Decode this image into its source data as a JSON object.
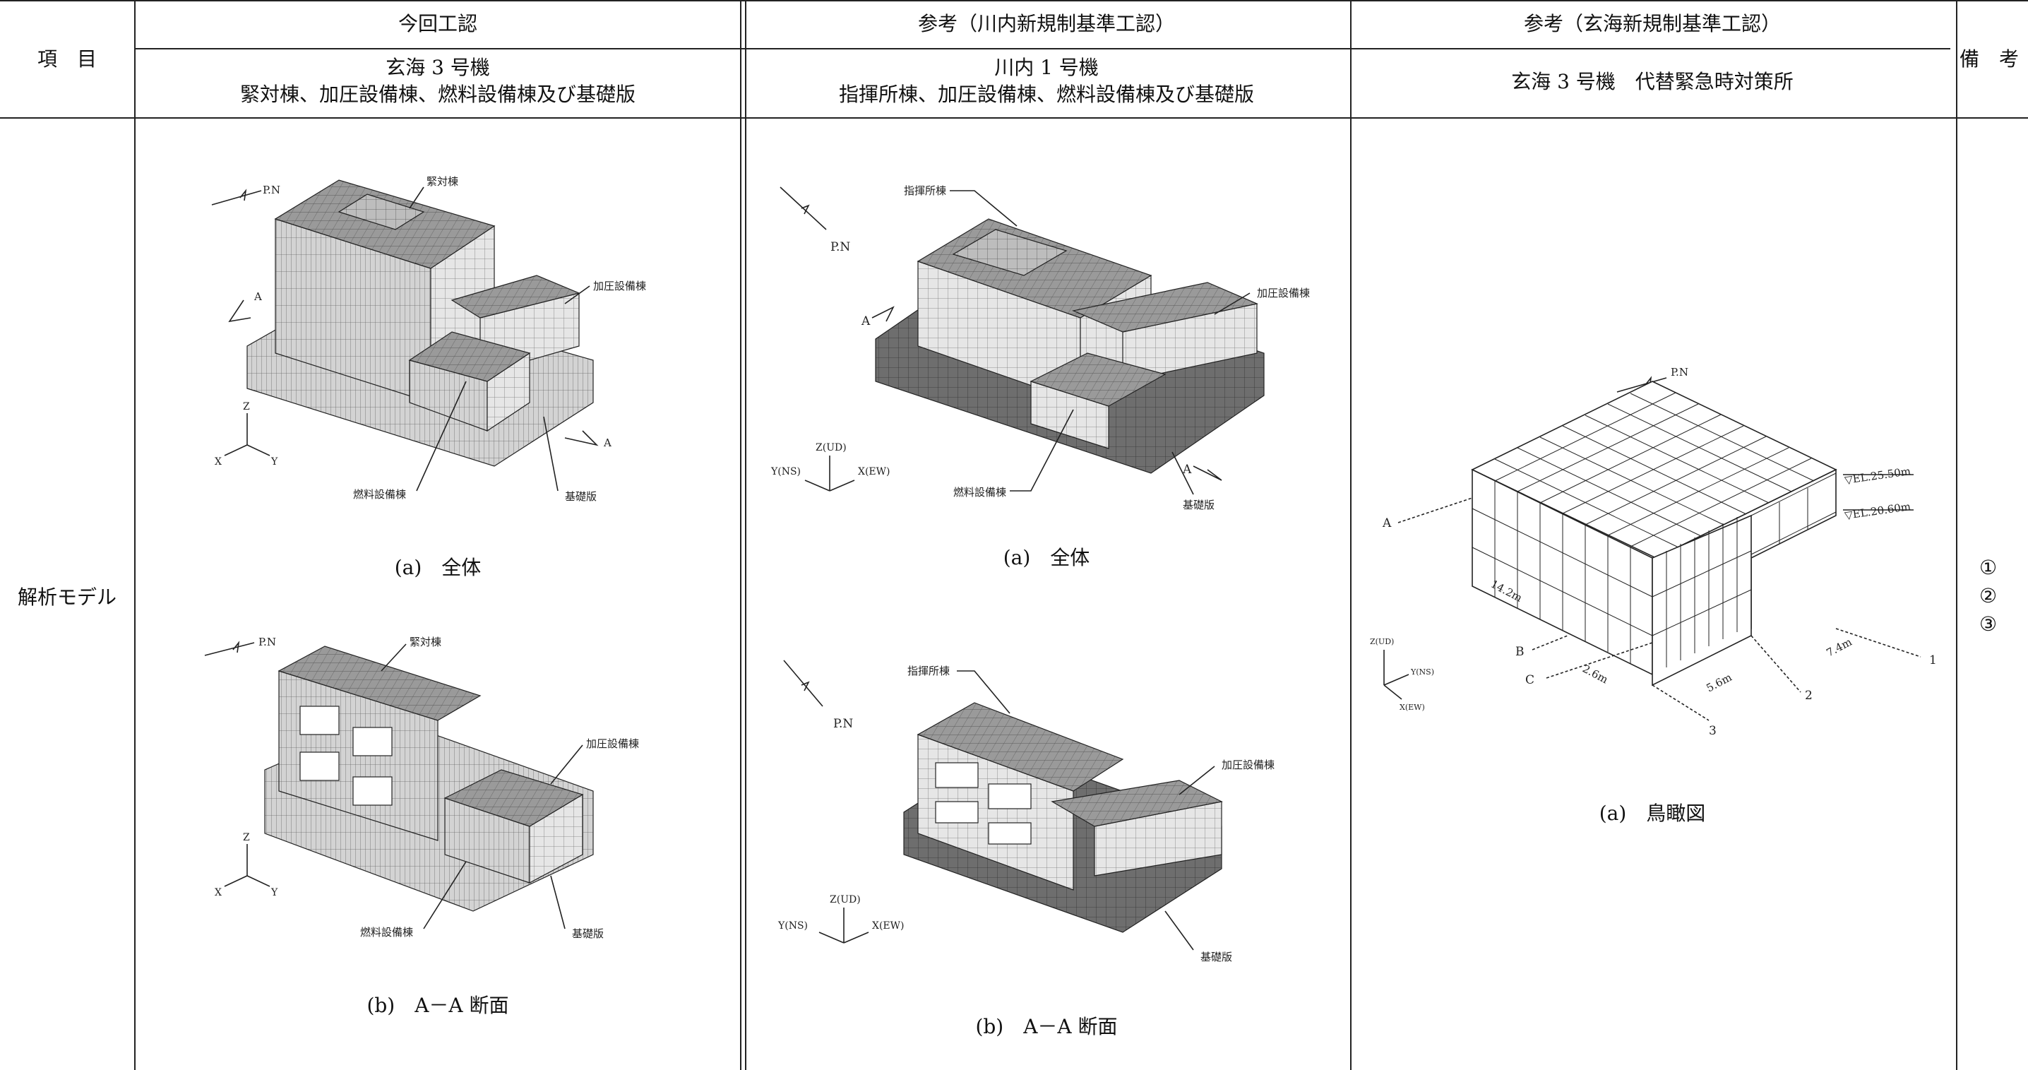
{
  "header": {
    "item_label": "項　目",
    "col1_group": "今回工認",
    "col2_group": "参考（川内新規制基準工認）",
    "col3_group": "参考（玄海新規制基準工認）",
    "remarks_label": "備　考",
    "col1_line1": "玄海 3 号機",
    "col1_line2": "緊対棟、加圧設備棟、燃料設備棟及び基礎版",
    "col2_line1": "川内 1 号機",
    "col2_line2": "指揮所棟、加圧設備棟、燃料設備棟及び基礎版",
    "col3_line1": "玄海 3 号機　代替緊急時対策所"
  },
  "row": {
    "item": "解析モデル",
    "remarks": [
      "①",
      "②",
      "③"
    ]
  },
  "col1": {
    "fig_a": {
      "caption": "(a)　全体",
      "labels": {
        "north": "P.N",
        "main": "緊対棟",
        "pressure": "加圧設備棟",
        "fuel": "燃料設備棟",
        "base": "基礎版",
        "sec": "A",
        "sec2": "A",
        "ax_z": "Z",
        "ax_x": "X",
        "ax_y": "Y"
      }
    },
    "fig_b": {
      "caption": "(b)　A－A 断面",
      "labels": {
        "north": "P.N",
        "main": "緊対棟",
        "pressure": "加圧設備棟",
        "fuel": "燃料設備棟",
        "base": "基礎版",
        "ax_z": "Z",
        "ax_x": "X",
        "ax_y": "Y"
      }
    }
  },
  "col2": {
    "fig_a": {
      "caption": "(a)　全体",
      "labels": {
        "north": "P.N",
        "main": "指揮所棟",
        "pressure": "加圧設備棟",
        "fuel": "燃料設備棟",
        "base": "基礎版",
        "sec": "A",
        "sec2": "A",
        "ax_z": "Z(UD)",
        "ax_x": "X(EW)",
        "ax_y": "Y(NS)"
      }
    },
    "fig_b": {
      "caption": "(b)　A－A 断面",
      "labels": {
        "north": "P.N",
        "main": "指揮所棟",
        "pressure": "加圧設備棟",
        "base": "基礎版",
        "ax_z": "Z(UD)",
        "ax_x": "X(EW)",
        "ax_y": "Y(NS)"
      }
    }
  },
  "col3": {
    "fig_a": {
      "caption": "(a)　鳥瞰図",
      "labels": {
        "north": "P.N",
        "el_top": "▽EL.25.50m",
        "el_mid": "▽EL.20.60m",
        "grid_a": "A",
        "grid_b": "B",
        "grid_c": "C",
        "grid_1": "1",
        "grid_2": "2",
        "grid_3": "3",
        "dim_142": "14.2m",
        "dim_26": "2.6m",
        "dim_56": "5.6m",
        "dim_74": "7.4m",
        "ax_z": "Z(UD)",
        "ax_x": "X(EW)",
        "ax_y": "Y(NS)"
      }
    }
  },
  "colors": {
    "line": "#222222",
    "mesh_light": "#e6e6e6",
    "mesh_mid": "#bdbdbd",
    "mesh_dark": "#6e6e6e",
    "mesh_top": "#8c8c8c"
  }
}
